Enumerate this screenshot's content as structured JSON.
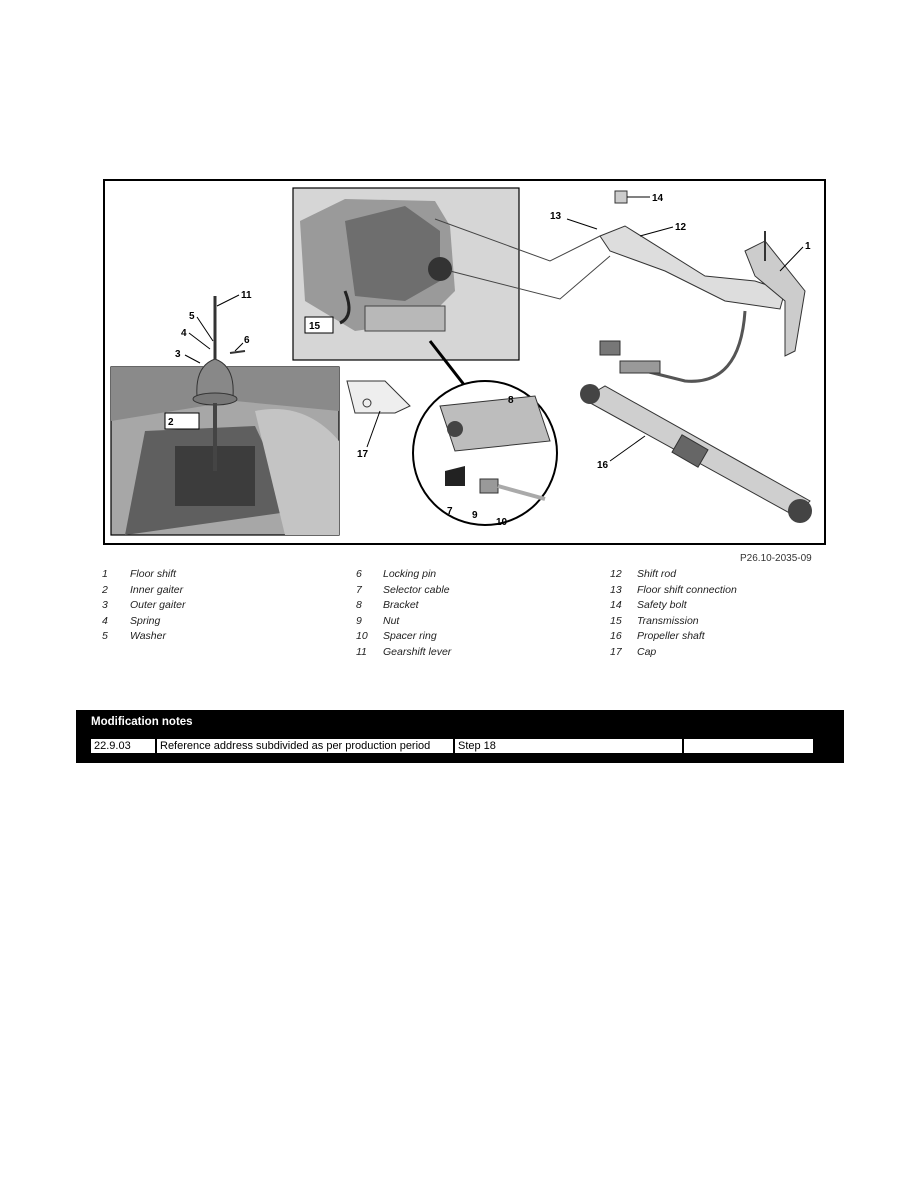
{
  "figure": {
    "reference": "P26.10-2035-09",
    "callouts": [
      "1",
      "2",
      "3",
      "4",
      "5",
      "6",
      "7",
      "8",
      "9",
      "10",
      "11",
      "12",
      "13",
      "14",
      "15",
      "16",
      "17"
    ]
  },
  "legend": [
    [
      {
        "num": "1",
        "text": "Floor shift"
      },
      {
        "num": "2",
        "text": "Inner gaiter"
      },
      {
        "num": "3",
        "text": "Outer gaiter"
      },
      {
        "num": "4",
        "text": "Spring"
      },
      {
        "num": "5",
        "text": "Washer"
      }
    ],
    [
      {
        "num": "6",
        "text": "Locking pin"
      },
      {
        "num": "7",
        "text": "Selector cable"
      },
      {
        "num": "8",
        "text": "Bracket"
      },
      {
        "num": "9",
        "text": "Nut"
      },
      {
        "num": "10",
        "text": "Spacer ring"
      },
      {
        "num": "11",
        "text": "Gearshift lever"
      }
    ],
    [
      {
        "num": "12",
        "text": "Shift rod"
      },
      {
        "num": "13",
        "text": "Floor shift connection"
      },
      {
        "num": "14",
        "text": "Safety bolt"
      },
      {
        "num": "15",
        "text": "Transmission"
      },
      {
        "num": "16",
        "text": "Propeller shaft"
      },
      {
        "num": "17",
        "text": "Cap"
      }
    ]
  ],
  "modification_notes": {
    "title": "Modification notes",
    "row": [
      "22.9.03",
      "Reference address subdivided as per production period",
      "Step 18",
      ""
    ]
  }
}
